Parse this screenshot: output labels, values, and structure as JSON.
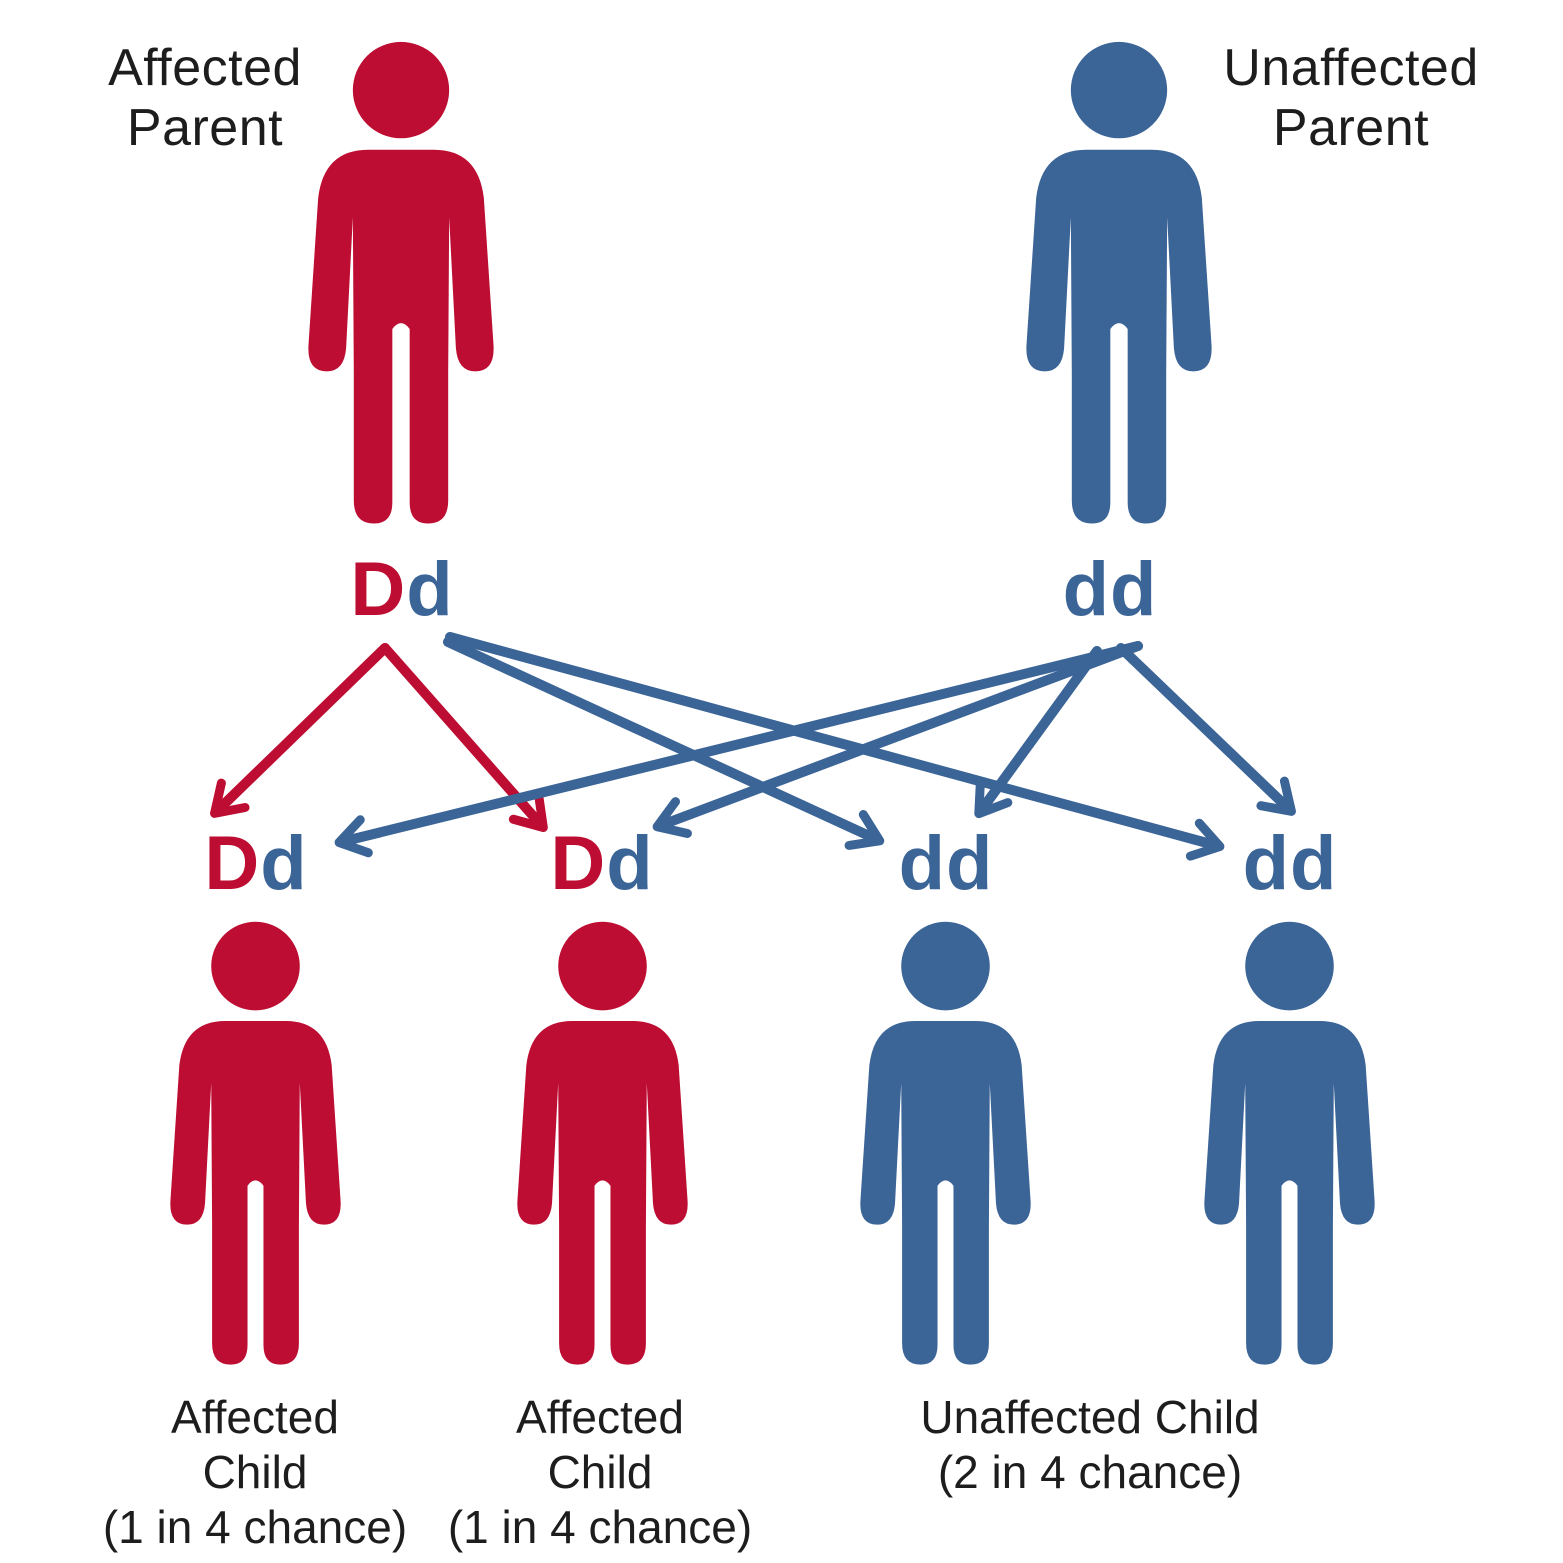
{
  "colors": {
    "affected": "#be0d32",
    "unaffected": "#3b6497",
    "text": "#1d1d1d",
    "background": "#ffffff"
  },
  "parents": [
    {
      "name": "Affected Parent",
      "label_line1": "Affected",
      "label_line2": "Parent",
      "status": "affected",
      "allele1": "D",
      "allele2": "d"
    },
    {
      "name": "Unaffected Parent",
      "label_line1": "Unaffected",
      "label_line2": "Parent",
      "status": "unaffected",
      "allele1": "d",
      "allele2": "d"
    }
  ],
  "children": [
    {
      "status": "affected",
      "allele1": "D",
      "allele2": "d"
    },
    {
      "status": "affected",
      "allele1": "D",
      "allele2": "d"
    },
    {
      "status": "unaffected",
      "allele1": "d",
      "allele2": "d"
    },
    {
      "status": "unaffected",
      "allele1": "d",
      "allele2": "d"
    }
  ],
  "captions": {
    "affected_child_1": {
      "line1": "Affected",
      "line2": "Child",
      "chance": "(1 in 4 chance)"
    },
    "affected_child_2": {
      "line1": "Affected",
      "line2": "Child",
      "chance": "(1 in 4 chance)"
    },
    "unaffected_children": {
      "line1": "Unaffected Child",
      "chance": "(2 in 4 chance)"
    }
  },
  "inheritance": {
    "cross": "Dd x dd",
    "arrow_flows": [
      "affected-parent-D to child-1",
      "affected-parent-D to child-2",
      "affected-parent-d to child-3",
      "affected-parent-d to child-4",
      "unaffected-parent-d to child-1",
      "unaffected-parent-d to child-2",
      "unaffected-parent-d to child-3",
      "unaffected-parent-d to child-4"
    ]
  }
}
